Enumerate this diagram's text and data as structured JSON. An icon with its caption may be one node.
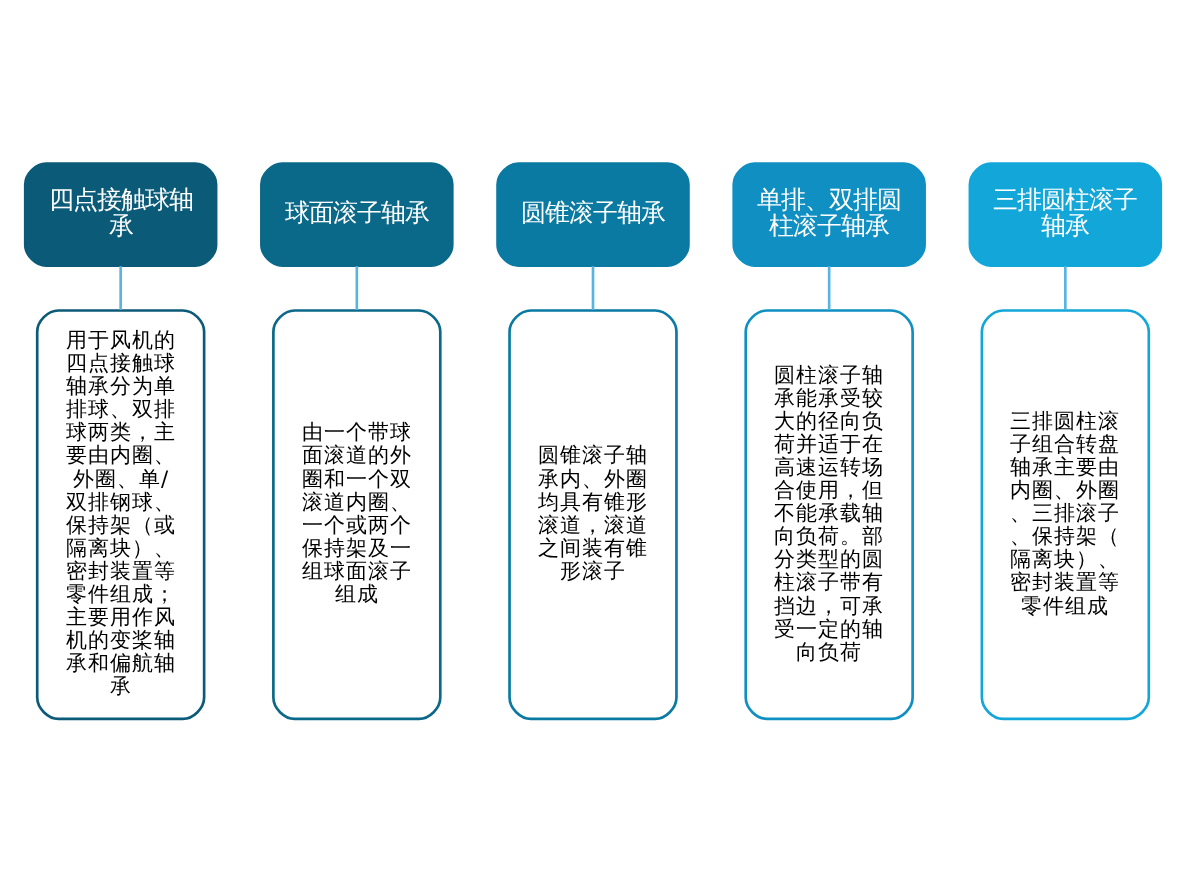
{
  "diagram": {
    "nodes": [
      {
        "text": [
          "四点接触球轴承"
        ]
      },
      {
        "text": [
          "球面滚子轴承"
        ]
      },
      {
        "text": [
          "圆锥滚子轴承"
        ]
      },
      {
        "text": [
          "单排、双排圆柱滚子轴承"
        ]
      },
      {
        "text": [
          "三排圆柱滚子轴承"
        ]
      },
      {
        "text": [
          "用于风机的四点接触球轴承分为单排球、双排球两类，主要由内圈、外圈、单/双排钢球、保持架（或隔离块）、密封装置等零件组成；主要用作风机的变桨轴承和偏航轴承"
        ]
      },
      {
        "text": [
          "由一个带球面滚道的外圈和一个双滚道内圈、一个或两个保持架及一组球面滚子组成"
        ]
      },
      {
        "text": [
          "圆锥滚子轴承内、外圈均具有锥形滚道，滚道之间装有锥形滚子"
        ]
      },
      {
        "text": [
          "圆柱滚子轴承能承受较大的径向负荷并适于在高速运转场合使用，但不能承载轴向负荷。部分类型的圆柱滚子带有挡边，可承受一定的轴向负荷"
        ]
      },
      {
        "text": [
          "三排圆柱滚子组合转盘轴承主要由内圈、外圈、三排滚子、保持架（隔离块）、密封装置等零件组成"
        ]
      }
    ],
    "edges": [
      {
        "from": 0,
        "to": 5,
        "arrow": "none"
      },
      {
        "from": 1,
        "to": 6,
        "arrow": "none"
      },
      {
        "from": 2,
        "to": 7,
        "arrow": "none"
      },
      {
        "from": 3,
        "to": 8,
        "arrow": "none"
      },
      {
        "from": 4,
        "to": 9,
        "arrow": "none"
      }
    ]
  }
}
